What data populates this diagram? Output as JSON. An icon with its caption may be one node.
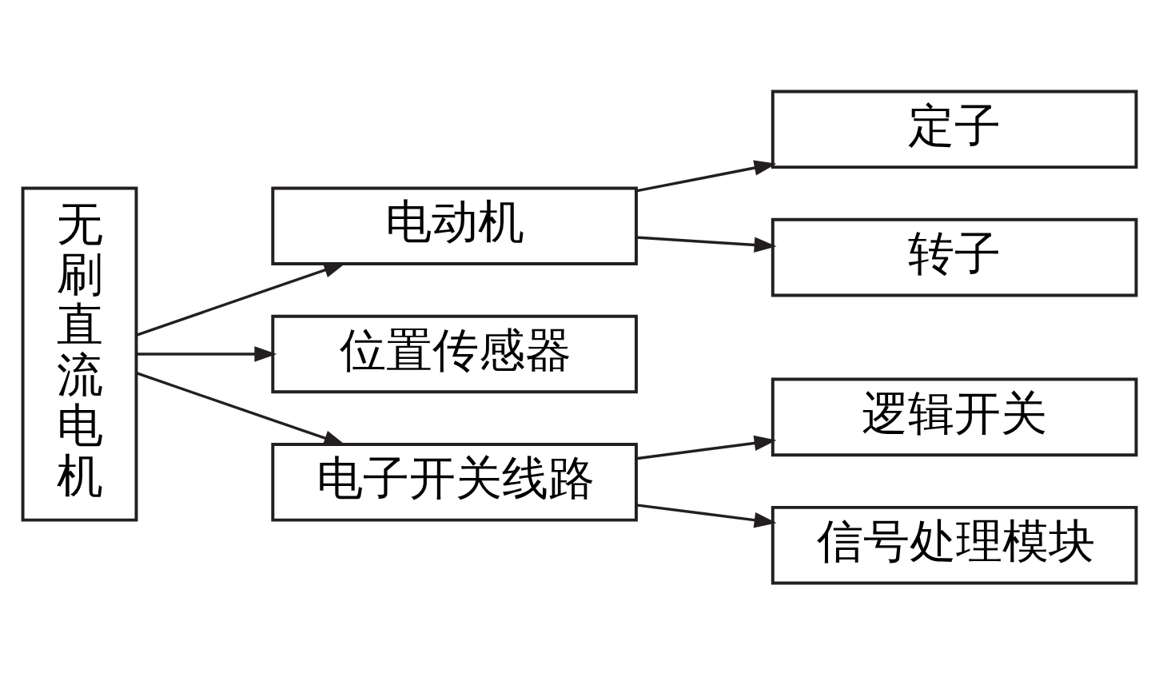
{
  "diagram": {
    "nodes": [
      {
        "text": [
          "无刷直流电机"
        ]
      },
      {
        "text": [
          "电动机"
        ]
      },
      {
        "text": [
          "位置传感器"
        ]
      },
      {
        "text": [
          "电子开关线路"
        ]
      },
      {
        "text": [
          "定子"
        ]
      },
      {
        "text": [
          "转子"
        ]
      },
      {
        "text": [
          "逻辑开关"
        ]
      },
      {
        "text": [
          "信号处理模块"
        ]
      }
    ],
    "edges": [
      {
        "from": 0,
        "to": 1,
        "arrow": "to"
      },
      {
        "from": 0,
        "to": 2,
        "arrow": "to"
      },
      {
        "from": 0,
        "to": 3,
        "arrow": "to"
      },
      {
        "from": 1,
        "to": 4,
        "arrow": "to"
      },
      {
        "from": 1,
        "to": 5,
        "arrow": "to"
      },
      {
        "from": 3,
        "to": 6,
        "arrow": "to"
      },
      {
        "from": 3,
        "to": 7,
        "arrow": "to"
      }
    ]
  }
}
